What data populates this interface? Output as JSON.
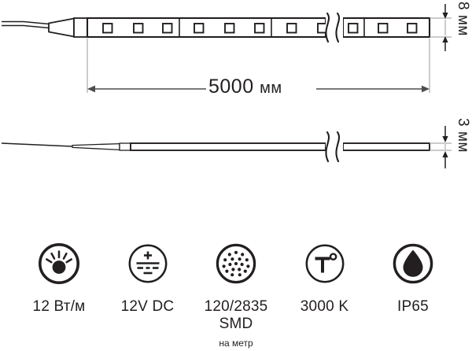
{
  "colors": {
    "ink": "#231f20",
    "background": "#ffffff",
    "dimension_line": "#4d4d4d",
    "extension_line": "#9a9a9a"
  },
  "diagrams": {
    "top_view": {
      "name": "led-strip-top-view",
      "led_count_visible": 13,
      "break_symbol": "zigzag",
      "height_dimension": {
        "value": "8",
        "unit": "мм"
      }
    },
    "side_view": {
      "name": "led-strip-side-view",
      "break_symbol": "zigzag",
      "height_dimension": {
        "value": "3",
        "unit": "мм"
      }
    },
    "length_dimension": {
      "value": "5000",
      "unit": "мм"
    }
  },
  "features": [
    {
      "icon": "lamp-icon",
      "label": "12 Вт/м",
      "sub": ""
    },
    {
      "icon": "dc-power-icon",
      "label": "12V DC",
      "sub": ""
    },
    {
      "icon": "led-density-icon",
      "label": "120/2835 SMD",
      "sub": "на метр"
    },
    {
      "icon": "color-temperature-icon",
      "label": "3000 K",
      "sub": ""
    },
    {
      "icon": "water-drop-icon",
      "label": "IP65",
      "sub": ""
    }
  ]
}
